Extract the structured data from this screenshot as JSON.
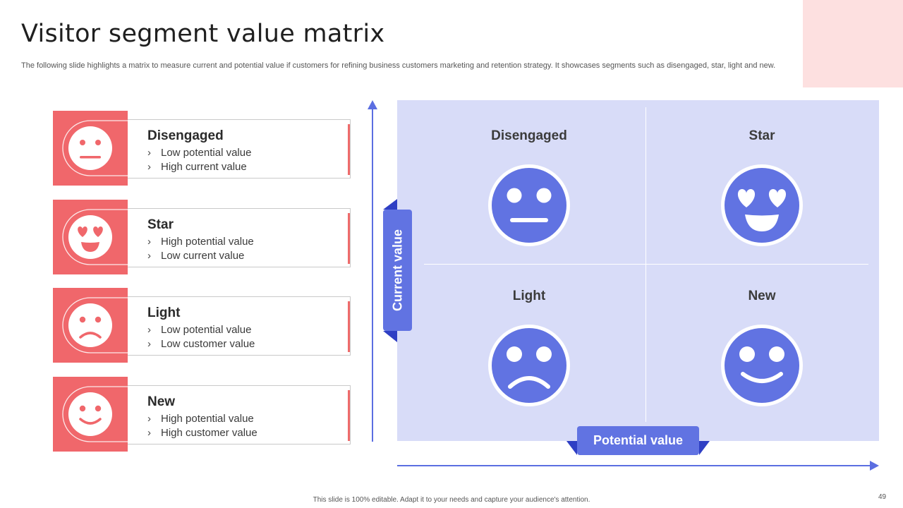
{
  "slide": {
    "title": "Visitor segment value matrix",
    "subtitle": "The following slide highlights a matrix  to  measure current and potential value if customers for refining business customers marketing and retention strategy. It showcases segments such as disengaged, star, light and new.",
    "footer": "This slide is 100% editable.  Adapt it to your needs and capture your audience's attention.",
    "page_number": "49"
  },
  "segments": [
    {
      "name": "Disengaged",
      "icon": "neutral-face-icon",
      "bullets": [
        "Low potential value",
        "High current value"
      ]
    },
    {
      "name": "Star",
      "icon": "heart-eyes-face-icon",
      "bullets": [
        "High potential value",
        "Low current value"
      ]
    },
    {
      "name": "Light",
      "icon": "sad-face-icon",
      "bullets": [
        "Low potential value",
        "Low customer value"
      ]
    },
    {
      "name": "New",
      "icon": "smile-face-icon",
      "bullets": [
        "High potential value",
        "High customer value"
      ]
    }
  ],
  "bullet_marker": "›",
  "matrix": {
    "y_axis_label": "Current value",
    "x_axis_label": "Potential value",
    "quadrants": [
      {
        "label": "Disengaged",
        "icon": "neutral-face-icon"
      },
      {
        "label": "Star",
        "icon": "heart-eyes-face-icon"
      },
      {
        "label": "Light",
        "icon": "sad-face-icon"
      },
      {
        "label": "New",
        "icon": "smile-face-icon"
      }
    ]
  },
  "colors": {
    "coral": "#f0676b",
    "indigo": "#6173e2",
    "indigo_dark": "#2f3fc4",
    "matrix_bg": "#d8dcf8",
    "corner_pink": "#fde0e0"
  }
}
